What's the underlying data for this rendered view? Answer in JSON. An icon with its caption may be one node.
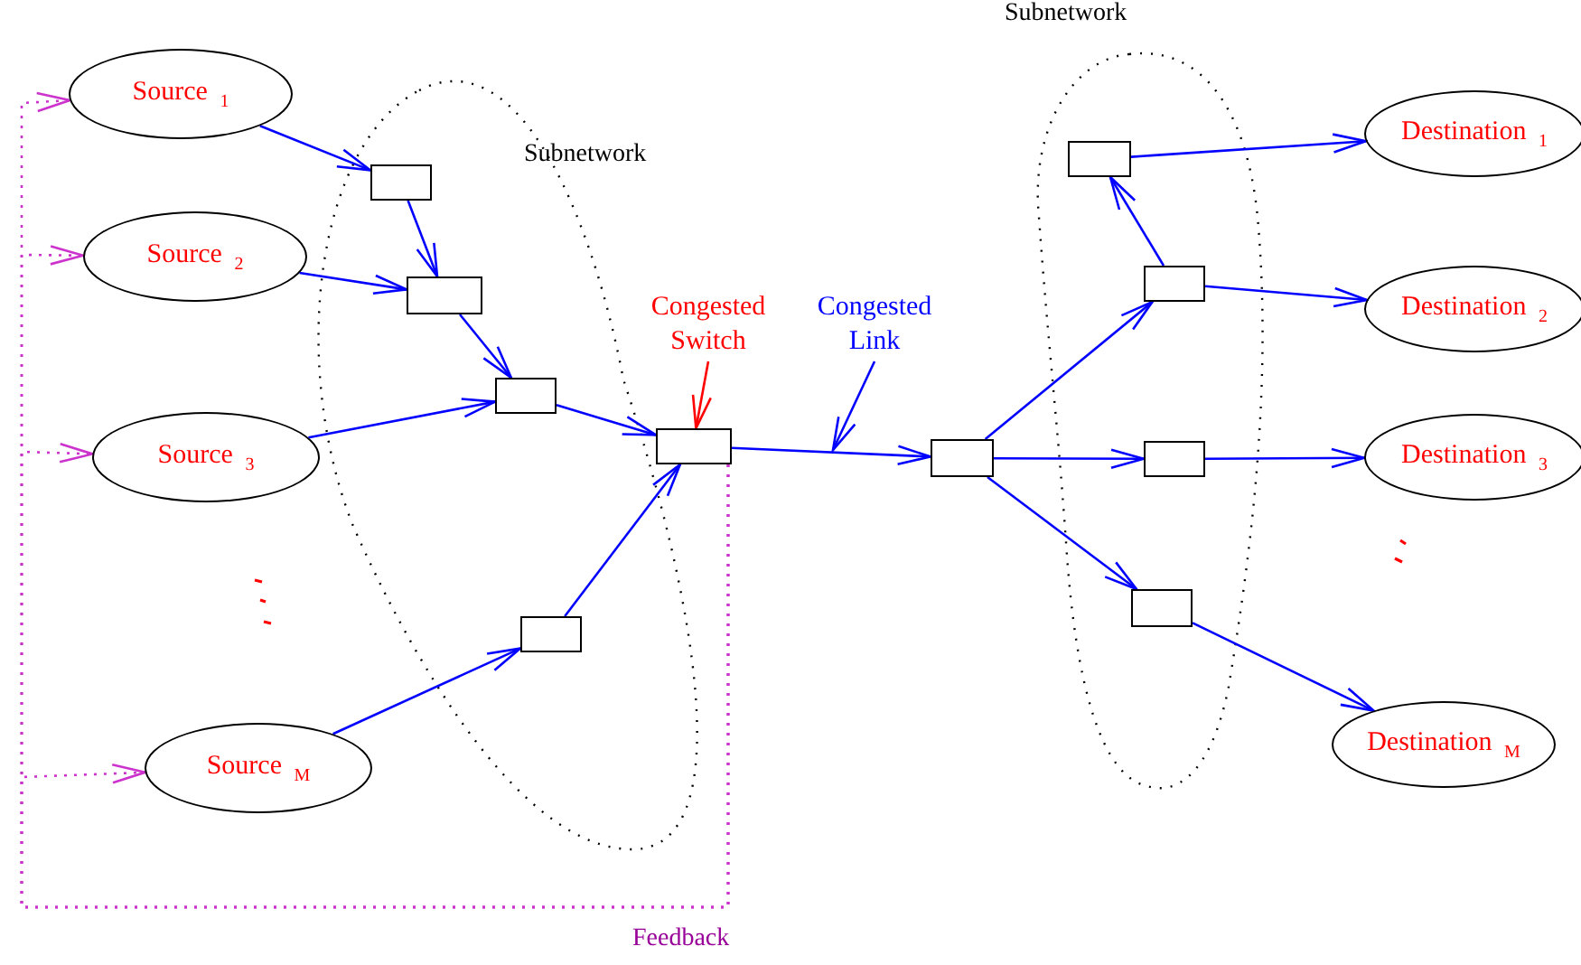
{
  "diagram": {
    "nodes": [
      {
        "text": [
          "Source $_{1}$"
        ]
      },
      {
        "text": [
          "Source $_{2}$"
        ]
      },
      {
        "text": [
          "Source $_{3}$"
        ]
      },
      {
        "text": [
          "Source $_{M}$"
        ]
      },
      {
        "text": [],
        "shape": "box"
      },
      {
        "text": [],
        "shape": "box"
      },
      {
        "text": [],
        "shape": "box"
      },
      {
        "text": [],
        "shape": "box"
      },
      {
        "text": [],
        "shape": "box"
      },
      {
        "text": [],
        "shape": "box"
      },
      {
        "text": [],
        "shape": "box"
      },
      {
        "text": [],
        "shape": "box"
      },
      {
        "text": [],
        "shape": "box"
      },
      {
        "text": [],
        "shape": "box"
      },
      {
        "text": [
          "Destination $_{1}$"
        ]
      },
      {
        "text": [
          "Destination $_{2}$"
        ]
      },
      {
        "text": [
          "Destination $_{3}$"
        ]
      },
      {
        "text": [
          "Destination $_{M}$"
        ]
      },
      {
        "text": [
          "Congested Switch"
        ]
      },
      {
        "text": [
          "Congested Link"
        ]
      }
    ],
    "edges": [
      {
        "from": 0,
        "to": 4,
        "arrow": "to"
      },
      {
        "from": 4,
        "to": 5,
        "arrow": "to"
      },
      {
        "from": 1,
        "to": 5,
        "arrow": "to"
      },
      {
        "from": 5,
        "to": 6,
        "arrow": "to"
      },
      {
        "from": 2,
        "to": 6,
        "arrow": "to"
      },
      {
        "from": 6,
        "to": 8,
        "arrow": "to"
      },
      {
        "from": 3,
        "to": 7,
        "arrow": "to"
      },
      {
        "from": 7,
        "to": 8,
        "arrow": "to"
      },
      {
        "from": 8,
        "to": 9,
        "arrow": "to"
      },
      {
        "from": 9,
        "to": 11,
        "arrow": "to"
      },
      {
        "from": 9,
        "to": 12,
        "arrow": "to"
      },
      {
        "from": 9,
        "to": 13,
        "arrow": "to"
      },
      {
        "from": 11,
        "to": 10,
        "arrow": "to"
      },
      {
        "from": 11,
        "to": 15,
        "arrow": "to"
      },
      {
        "from": 10,
        "to": 14,
        "arrow": "to"
      },
      {
        "from": 12,
        "to": 16,
        "arrow": "to"
      },
      {
        "from": 13,
        "to": 17,
        "arrow": "to"
      },
      {
        "from": 8,
        "to": 0,
        "arrow": "to",
        "style": "dashed",
        "color": "#cc33cc"
      },
      {
        "from": 8,
        "to": 1,
        "arrow": "to",
        "style": "dashed",
        "color": "#cc33cc"
      },
      {
        "from": 8,
        "to": 2,
        "arrow": "to",
        "style": "dashed",
        "color": "#cc33cc"
      },
      {
        "from": 8,
        "to": 3,
        "arrow": "to",
        "style": "dashed",
        "color": "#cc33cc"
      },
      {
        "from": 18,
        "to": 8,
        "arrow": "to",
        "color": "#ff0000"
      },
      {
        "from": 19,
        "to": null,
        "arrow": "to"
      }
    ],
    "labels": [
      "Subnetwork",
      "Subnetwork",
      "Feedback"
    ]
  }
}
